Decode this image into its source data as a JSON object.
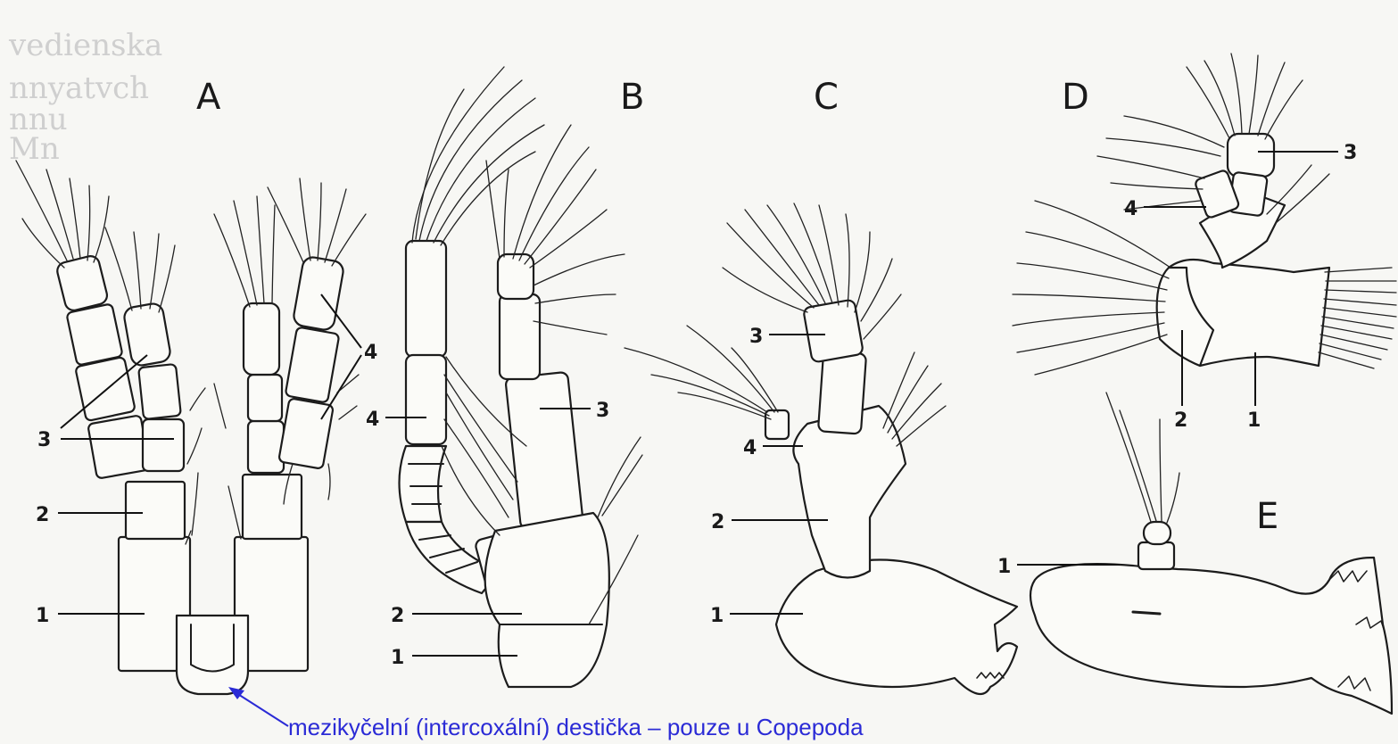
{
  "figure": {
    "background_text": [
      "vedienska",
      "nnyatvch",
      "nnu",
      "Mn"
    ],
    "panels": [
      {
        "letter": "A",
        "numbers": [
          "1",
          "2",
          "3",
          "4"
        ]
      },
      {
        "letter": "B",
        "numbers": [
          "1",
          "2",
          "3",
          "4"
        ]
      },
      {
        "letter": "C",
        "numbers": [
          "1",
          "2",
          "3",
          "4"
        ]
      },
      {
        "letter": "D",
        "numbers": [
          "1",
          "2",
          "3",
          "4"
        ]
      },
      {
        "letter": "E",
        "numbers": [
          "1"
        ]
      }
    ],
    "caption": "mezikyčelní (intercoxální) destička – pouze u Copepoda",
    "colors": {
      "ink": "#1c1c1c",
      "caption": "#2b2bd6",
      "paper": "#f7f7f4"
    }
  }
}
